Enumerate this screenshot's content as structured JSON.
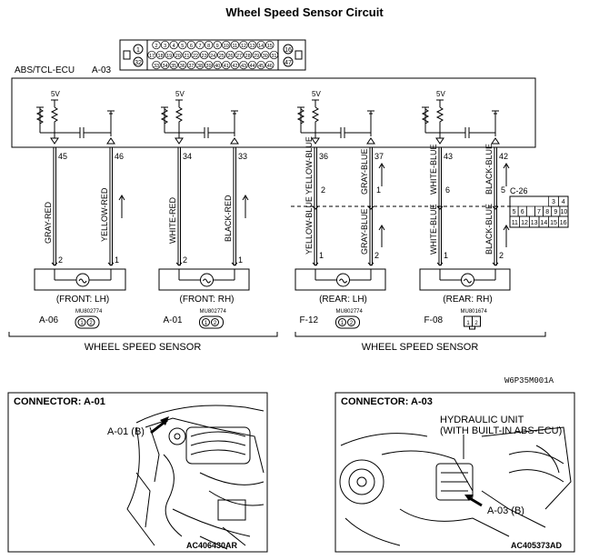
{
  "title": "Wheel Speed Sensor Circuit",
  "ecu": {
    "label": "ABS/TCL-ECU",
    "connector": "A-03",
    "pins_top": [
      "2",
      "3",
      "4",
      "5",
      "6",
      "7",
      "8",
      "9",
      "10",
      "11",
      "12",
      "13",
      "14",
      "15"
    ],
    "pins_mid": [
      "17",
      "18",
      "19",
      "20",
      "21",
      "22",
      "23",
      "24",
      "25",
      "26",
      "27",
      "28",
      "29",
      "30",
      "31"
    ],
    "pins_bottom": [
      "33",
      "34",
      "35",
      "36",
      "37",
      "38",
      "39",
      "40",
      "41",
      "42",
      "43",
      "44",
      "45",
      "46"
    ],
    "pin_1": "1",
    "pin_32": "32",
    "pin_16": "16",
    "pin_47": "47",
    "voltage": "5V"
  },
  "sensors": [
    {
      "position": "(FRONT: LH)",
      "connector": "A-06",
      "part": "MU802774",
      "left_pin": "45",
      "right_pin": "46",
      "left_wire": "GRAY-RED",
      "right_wire": "YELLOW-RED",
      "left_terminal": "2",
      "right_terminal": "1"
    },
    {
      "position": "(FRONT: RH)",
      "connector": "A-01",
      "part": "MU802774",
      "left_pin": "34",
      "right_pin": "33",
      "left_wire": "WHITE-RED",
      "right_wire": "BLACK-RED",
      "left_terminal": "2",
      "right_terminal": "1"
    },
    {
      "position": "(REAR: LH)",
      "connector": "F-12",
      "part": "MU802774",
      "left_pin": "36",
      "right_pin": "37",
      "left_wire_top": "YELLOW-BLUE",
      "right_wire_top": "GRAY-BLUE",
      "left_wire_bottom": "YELLOW-BLUE",
      "right_wire_bottom": "GRAY-BLUE",
      "left_mid_pin": "2",
      "right_mid_pin": "1",
      "left_terminal": "1",
      "right_terminal": "2"
    },
    {
      "position": "(REAR: RH)",
      "connector": "F-08",
      "part": "MU801674",
      "left_pin": "43",
      "right_pin": "42",
      "left_wire_top": "WHITE-BLUE",
      "right_wire_top": "BLACK-BLUE",
      "left_wire_bottom": "WHITE-BLUE",
      "right_wire_bottom": "BLACK-BLUE",
      "left_mid_pin": "6",
      "right_mid_pin": "5",
      "left_terminal": "1",
      "right_terminal": "2"
    }
  ],
  "joint_connector": {
    "name": "C-26",
    "row1": [
      "",
      "",
      "",
      "",
      "3",
      "4"
    ],
    "row2": [
      "5",
      "6",
      "",
      "7",
      "8",
      "9",
      "10"
    ],
    "row3": [
      "11",
      "12",
      "13",
      "14",
      "15",
      "16"
    ]
  },
  "sensor_connector_pins": [
    "1",
    "2"
  ],
  "group_label_left": "WHEEL SPEED SENSOR",
  "group_label_right": "WHEEL SPEED SENSOR",
  "figure_code": "W6P35M001A",
  "photo_left": {
    "header": "CONNECTOR: A-01",
    "callout": "A-01 (B)",
    "code": "AC406430AR"
  },
  "photo_right": {
    "header": "CONNECTOR: A-03",
    "callout_line1": "HYDRAULIC UNIT",
    "callout_line2": "(WITH BUILT-IN ABS-ECU)",
    "callout2": "A-03 (B)",
    "code": "AC405373AD"
  }
}
